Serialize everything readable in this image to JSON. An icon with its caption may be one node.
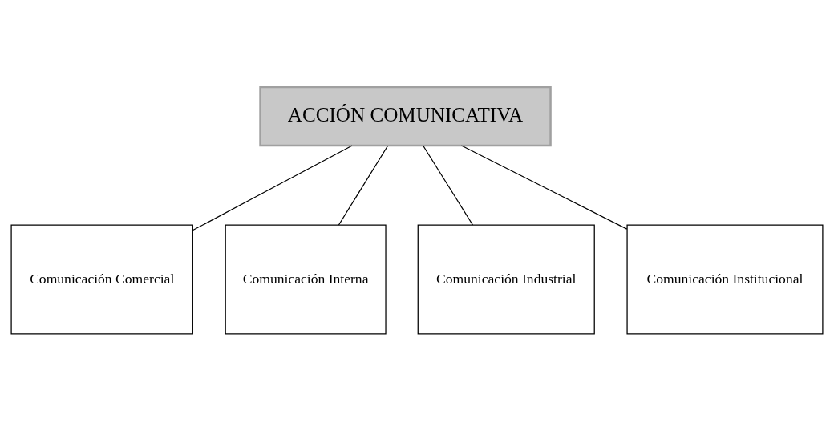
{
  "diagram": {
    "nodes": [
      {
        "text": [
          "ACCIÓN COMUNICATIVA"
        ]
      },
      {
        "text": [
          "Comunicación Comercial"
        ]
      },
      {
        "text": [
          "Comunicación Interna"
        ]
      },
      {
        "text": [
          "Comunicación Industrial"
        ]
      },
      {
        "text": [
          "Comunicación Institucional"
        ]
      }
    ],
    "edges": [
      {
        "from": 0,
        "to": 1,
        "arrow": "none"
      },
      {
        "from": 0,
        "to": 2,
        "arrow": "none"
      },
      {
        "from": 0,
        "to": 3,
        "arrow": "none"
      },
      {
        "from": 0,
        "to": 4,
        "arrow": "none"
      }
    ]
  }
}
